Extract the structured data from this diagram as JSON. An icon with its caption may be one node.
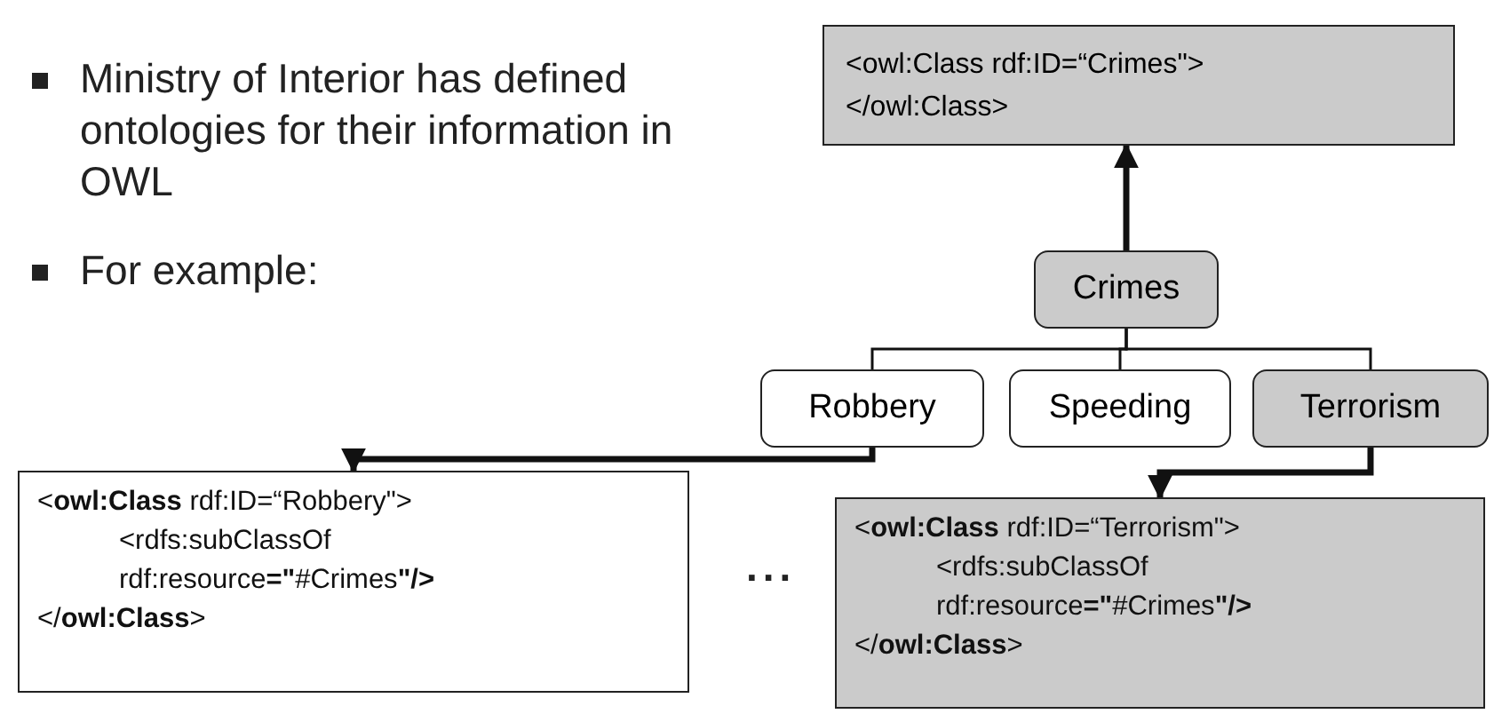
{
  "diagram": {
    "nodes": [
      {
        "text": [
          "<owl:Class rdf:ID=“Crimes\"> </owl:Class>"
        ]
      },
      {
        "text": [
          "Crimes"
        ]
      },
      {
        "text": [
          "Robbery"
        ]
      },
      {
        "text": [
          "Speeding"
        ]
      },
      {
        "text": [
          "Terrorism"
        ]
      },
      {
        "text": [
          "<**owl:Class** rdf:ID=“Robbery\">",
          "<rdfs:subClassOf rdf:resource**=\"**#Crimes**\"/>**",
          "</**owl:Class**>"
        ]
      },
      {
        "text": [
          "<**owl:Class** rdf:ID=“Terrorism\">",
          "<rdfs:subClassOf rdf:resource**=\"**#Crimes**\"/>**",
          "</**owl:Class**>"
        ]
      }
    ],
    "edges": [
      {
        "from": 1,
        "to": 0,
        "arrow": "to",
        "style": "thick"
      },
      {
        "from": 1,
        "to": 2,
        "arrow": "none"
      },
      {
        "from": 1,
        "to": 3,
        "arrow": "none"
      },
      {
        "from": 1,
        "to": 4,
        "arrow": "none"
      },
      {
        "from": 2,
        "to": 5,
        "arrow": "to",
        "style": "thick"
      },
      {
        "from": 4,
        "to": 6,
        "arrow": "to",
        "style": "thick"
      }
    ],
    "labels": [
      "Ministry of Interior has defined ontologies for their information in OWL",
      "For example:",
      "..."
    ]
  }
}
